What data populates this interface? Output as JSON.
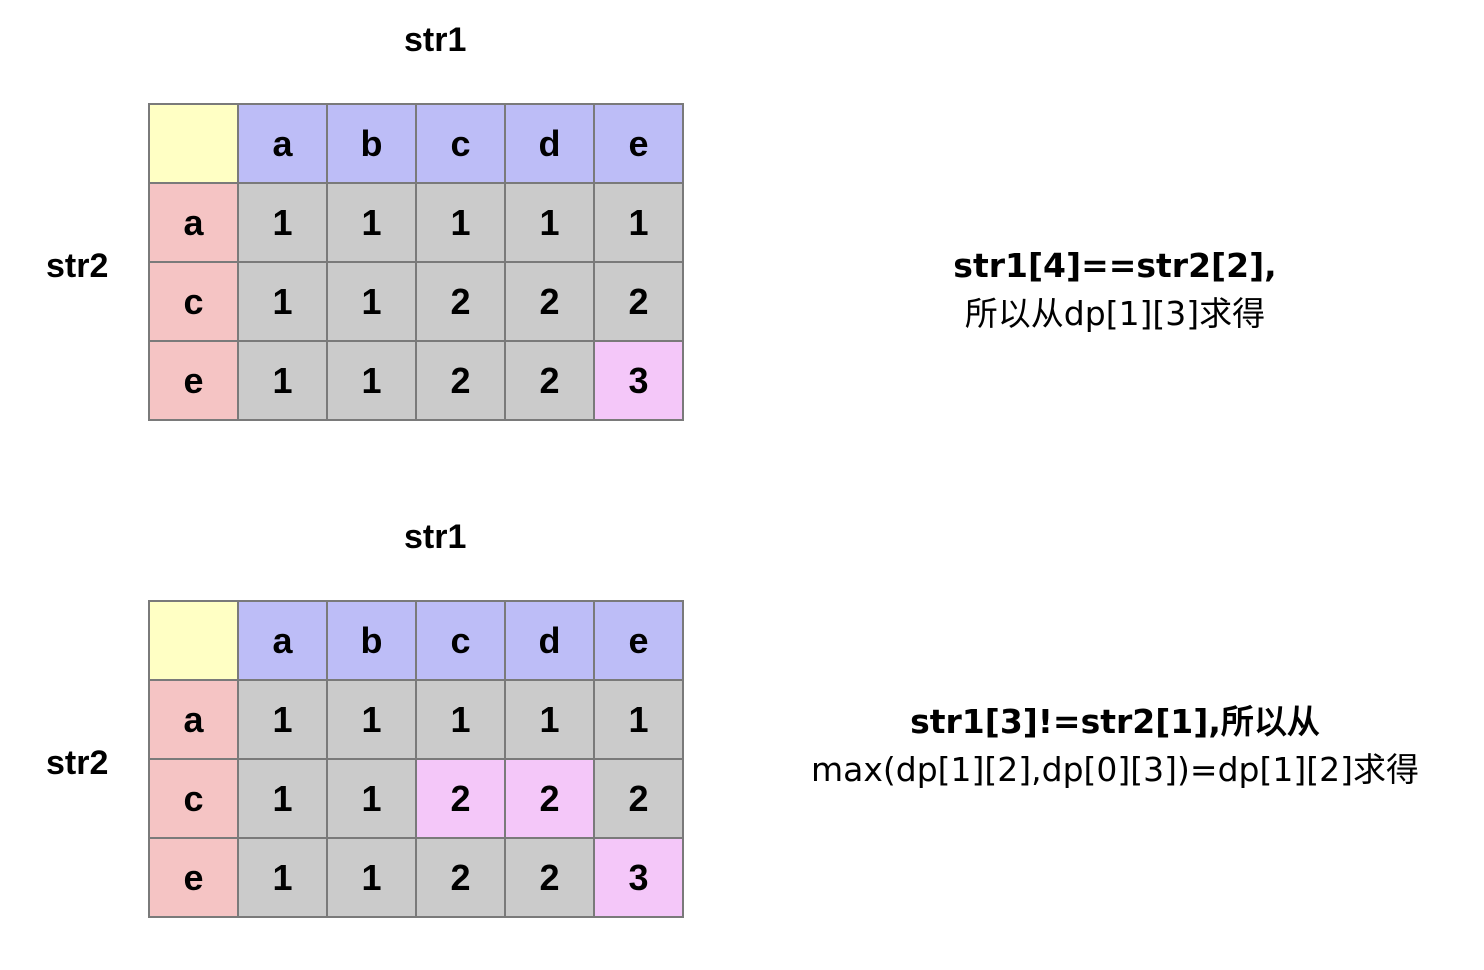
{
  "panels": [
    {
      "top_label": "str1",
      "side_label": "str2",
      "col_headers": [
        "a",
        "b",
        "c",
        "d",
        "e"
      ],
      "rows": [
        {
          "head": "a",
          "values": [
            "1",
            "1",
            "1",
            "1",
            "1"
          ]
        },
        {
          "head": "c",
          "values": [
            "1",
            "1",
            "2",
            "2",
            "2"
          ]
        },
        {
          "head": "e",
          "values": [
            "1",
            "1",
            "2",
            "2",
            "3"
          ]
        }
      ],
      "highlight_color": "#f4c7f9",
      "highlighted_cells": [
        [
          2,
          4
        ]
      ],
      "note_lines": [
        "str1[4]==str2[2],",
        "所以从dp[1][3]求得"
      ]
    },
    {
      "top_label": "str1",
      "side_label": "str2",
      "col_headers": [
        "a",
        "b",
        "c",
        "d",
        "e"
      ],
      "rows": [
        {
          "head": "a",
          "values": [
            "1",
            "1",
            "1",
            "1",
            "1"
          ]
        },
        {
          "head": "c",
          "values": [
            "1",
            "1",
            "2",
            "2",
            "2"
          ]
        },
        {
          "head": "e",
          "values": [
            "1",
            "1",
            "2",
            "2",
            "3"
          ]
        }
      ],
      "highlight_color": "#f4c7f9",
      "highlighted_cells": [
        [
          1,
          2
        ],
        [
          1,
          3
        ],
        [
          2,
          4
        ]
      ],
      "note_lines": [
        "str1[3]!=str2[1],所以从",
        "max(dp[1][2],dp[0][3])=dp[1][2]求得"
      ]
    }
  ],
  "colors": {
    "corner": "#ffffc4",
    "column_header": "#bdbdf7",
    "row_header": "#f5c4c4",
    "value_cell": "#cbcbcb",
    "grid_line": "#7a7a7a"
  }
}
